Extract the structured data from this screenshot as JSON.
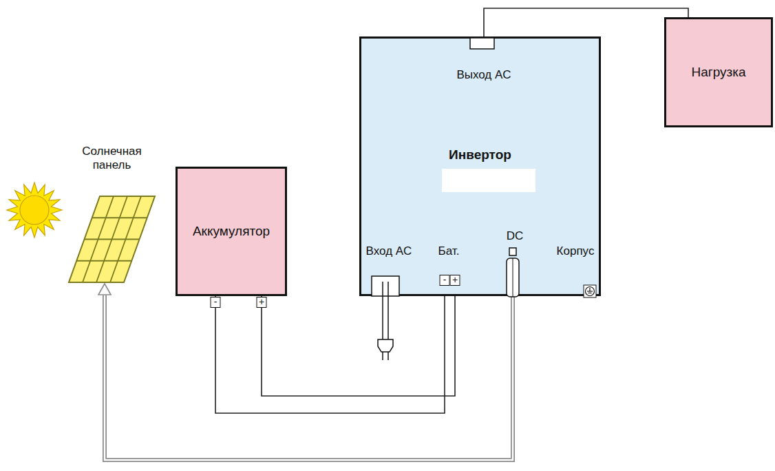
{
  "diagram": {
    "nodes": [
      {
        "text": [
          "Солнечная панель"
        ]
      },
      {
        "text": [
          "Аккумулятор"
        ]
      },
      {
        "text": [
          "Инвертор"
        ]
      },
      {
        "text": [
          "Нагрузка"
        ]
      }
    ],
    "edges": [
      {
        "from": 1,
        "to": 2,
        "arrow": "none"
      },
      {
        "from": 1,
        "to": 2,
        "arrow": "none"
      },
      {
        "from": 2,
        "to": 3,
        "arrow": "none"
      },
      {
        "from": 2,
        "to": 0,
        "arrow": "to"
      }
    ],
    "labels": [
      "-",
      "+",
      "Выход AC",
      "Вход AC",
      "Бат.",
      "-",
      "+",
      "DC",
      "Корпус"
    ]
  }
}
